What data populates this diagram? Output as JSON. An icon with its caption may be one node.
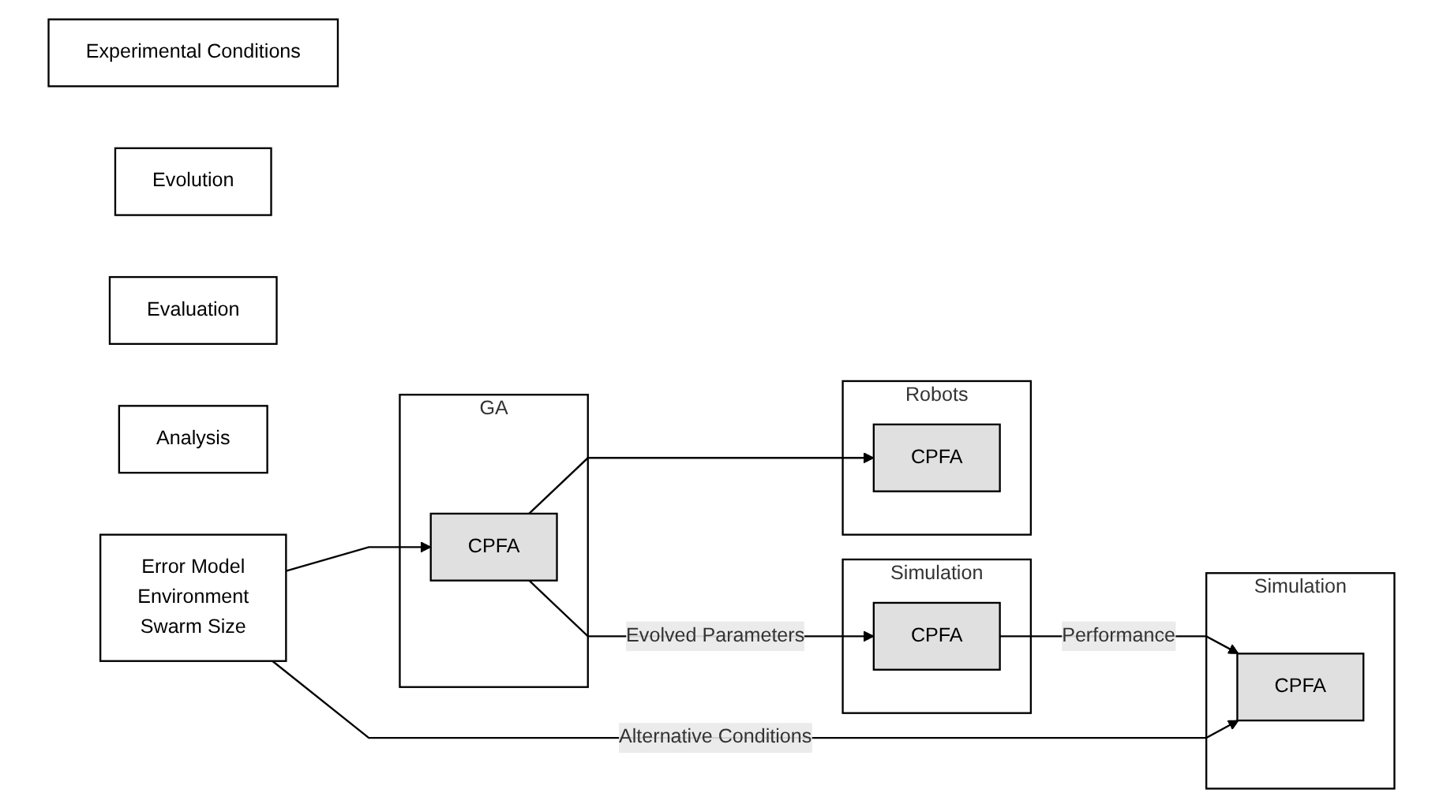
{
  "diagram": {
    "nodes": [
      {
        "text": [
          "Experimental Conditions"
        ]
      },
      {
        "text": [
          "Evolution"
        ]
      },
      {
        "text": [
          "Evaluation"
        ]
      },
      {
        "text": [
          "Analysis"
        ]
      },
      {
        "text": [
          "Error Model",
          "Environment",
          "Swarm Size"
        ]
      },
      {
        "text": [
          "GA"
        ]
      },
      {
        "text": [
          "CPFA"
        ],
        "in": 5
      },
      {
        "text": [
          "Simulation"
        ]
      },
      {
        "text": [
          "CPFA"
        ],
        "in": 7
      },
      {
        "text": [
          "Simulation"
        ]
      },
      {
        "text": [
          "CPFA"
        ],
        "in": 9
      },
      {
        "text": [
          "Robots"
        ]
      },
      {
        "text": [
          "CPFA"
        ],
        "in": 11
      }
    ],
    "edges": [
      {
        "from": 4,
        "to": 6,
        "arrow": "to"
      },
      {
        "from": 6,
        "to": 8,
        "arrow": "to",
        "label": "Evolved Parameters"
      },
      {
        "from": 6,
        "to": 12,
        "arrow": "to"
      },
      {
        "from": 8,
        "to": 10,
        "arrow": "to",
        "label": "Performance"
      },
      {
        "from": 4,
        "to": 10,
        "arrow": "to",
        "label": "Alternative Conditions"
      }
    ]
  }
}
